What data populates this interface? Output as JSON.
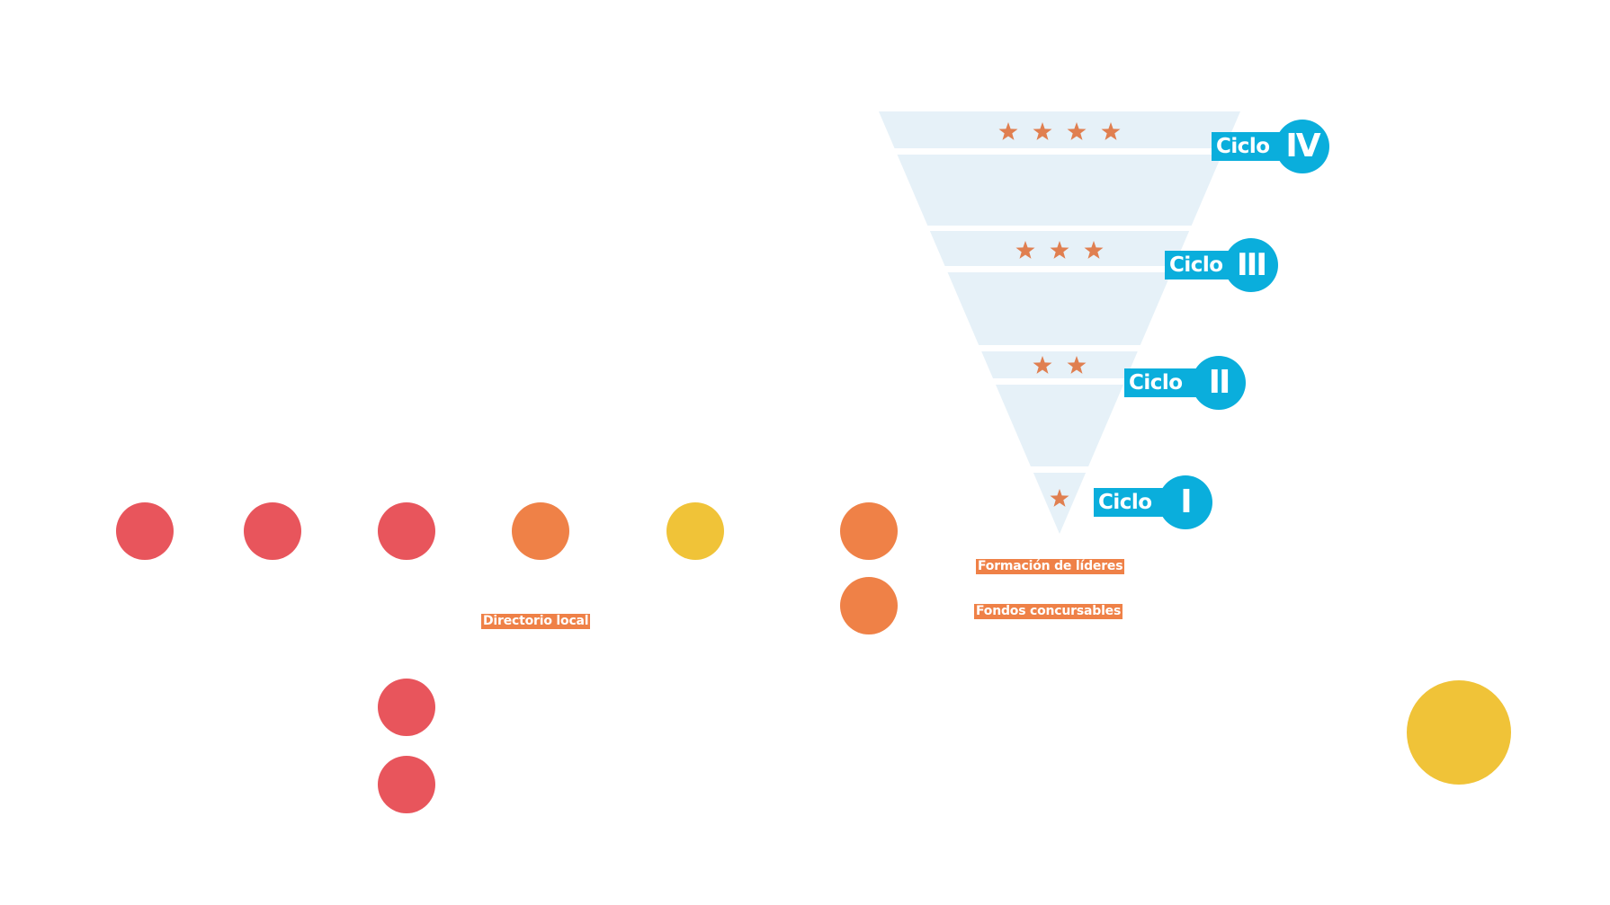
{
  "colors": {
    "funnel": "#e6f1f8",
    "star": "#e07f50",
    "badge": "#0aaedc",
    "red": "#e8555c",
    "orange": "#ef8147",
    "yellow": "#f0c338",
    "label_bg": "#ef8147"
  },
  "funnel": {
    "levels": [
      {
        "badge_word": "Ciclo",
        "numeral": "IV",
        "stars": 4
      },
      {
        "badge_word": "Ciclo",
        "numeral": "III",
        "stars": 3
      },
      {
        "badge_word": "Ciclo",
        "numeral": "II",
        "stars": 2
      },
      {
        "badge_word": "Ciclo",
        "numeral": "I",
        "stars": 1
      }
    ],
    "star_icon": "star-icon"
  },
  "labels": {
    "directorio": "Directorio local",
    "formacion": "Formación de líderes",
    "fondos": "Fondos concursables"
  },
  "dots": [
    {
      "color": "red"
    },
    {
      "color": "red"
    },
    {
      "color": "red"
    },
    {
      "color": "orange"
    },
    {
      "color": "yellow"
    },
    {
      "color": "orange"
    },
    {
      "color": "orange"
    },
    {
      "color": "red"
    },
    {
      "color": "red"
    },
    {
      "color": "yellow"
    }
  ]
}
